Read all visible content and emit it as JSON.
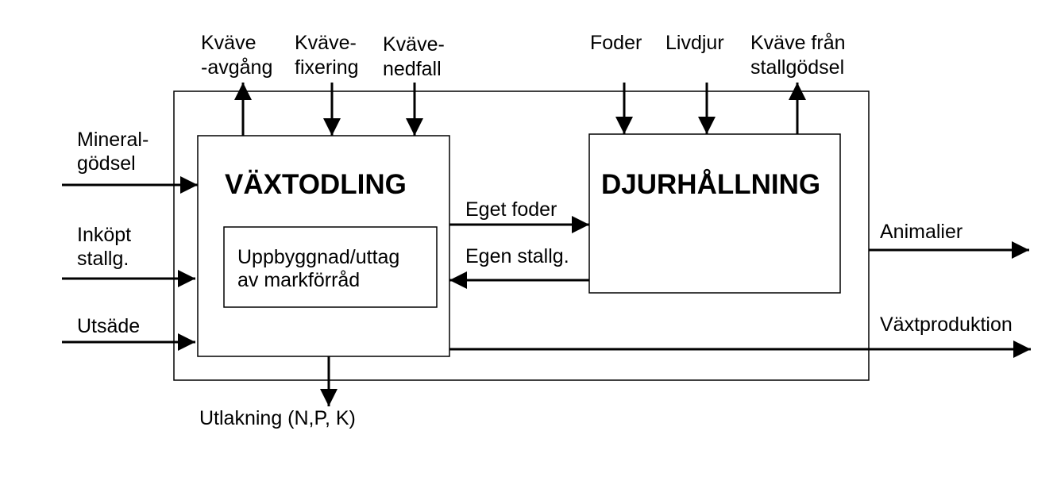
{
  "blocks": {
    "crop_title": "VÄXTODLING",
    "animal_title": "DJURHÅLLNING",
    "soil_line1": "Uppbyggnad/uttag",
    "soil_line2": "av markförråd"
  },
  "inputs": {
    "mineral_line1": "Mineral-",
    "mineral_line2": "gödsel",
    "inkopt_line1": "Inköpt",
    "inkopt_line2": "stallg.",
    "utsade": "Utsäde"
  },
  "crop_top": {
    "avgang_line1": "Kväve",
    "avgang_line2": "-avgång",
    "fixering_line1": "Kväve-",
    "fixering_line2": "fixering",
    "nedfall_line1": "Kväve-",
    "nedfall_line2": "nedfall"
  },
  "animal_top": {
    "foder": "Foder",
    "livdjur": "Livdjur",
    "stall_line1": "Kväve från",
    "stall_line2": "stallgödsel"
  },
  "exchange": {
    "eget_foder": "Eget foder",
    "egen_stallg": "Egen stallg."
  },
  "outputs": {
    "animalier": "Animalier",
    "vaxtproduktion": "Växtproduktion",
    "utlakning": "Utlakning (N,P, K)"
  }
}
